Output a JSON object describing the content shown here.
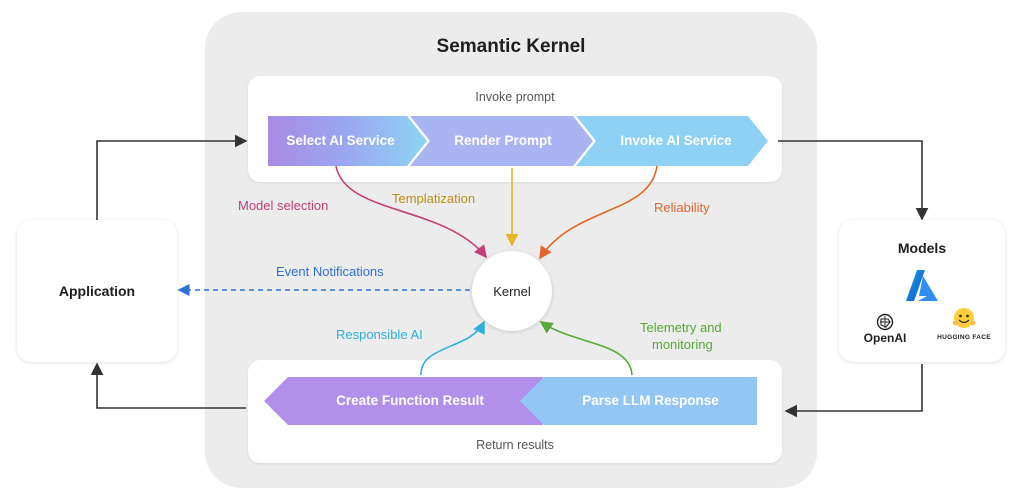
{
  "title": "Semantic Kernel",
  "invoke_box": {
    "caption": "Invoke prompt"
  },
  "invoke_steps": [
    {
      "label": "Select AI Service"
    },
    {
      "label": "Render Prompt"
    },
    {
      "label": "Invoke AI Service"
    }
  ],
  "return_box": {
    "caption": "Return results"
  },
  "return_steps": [
    {
      "label": "Create Function Result"
    },
    {
      "label": "Parse LLM Response"
    }
  ],
  "kernel": {
    "label": "Kernel"
  },
  "application": {
    "label": "Application"
  },
  "models": {
    "title": "Models",
    "providers": [
      {
        "name": "Azure",
        "icon": "azure-logo-icon",
        "label": ""
      },
      {
        "name": "OpenAI",
        "icon": "openai-logo-icon",
        "label": "OpenAI"
      },
      {
        "name": "Hugging Face",
        "icon": "hugging-face-logo-icon",
        "label": "HUGGING FACE"
      }
    ]
  },
  "flows": {
    "model_selection": {
      "label": "Model selection",
      "color": "#c2407a"
    },
    "templatization": {
      "label": "Templatization",
      "color": "#b8901a"
    },
    "reliability": {
      "label": "Reliability",
      "color": "#e0662a"
    },
    "event_notifications": {
      "label": "Event Notifications",
      "color": "#2f6fd6"
    },
    "responsible_ai": {
      "label": "Responsible AI",
      "color": "#2fb0d6"
    },
    "telemetry": {
      "label_line1": "Telemetry and",
      "label_line2": "monitoring",
      "color": "#59a83a"
    }
  }
}
